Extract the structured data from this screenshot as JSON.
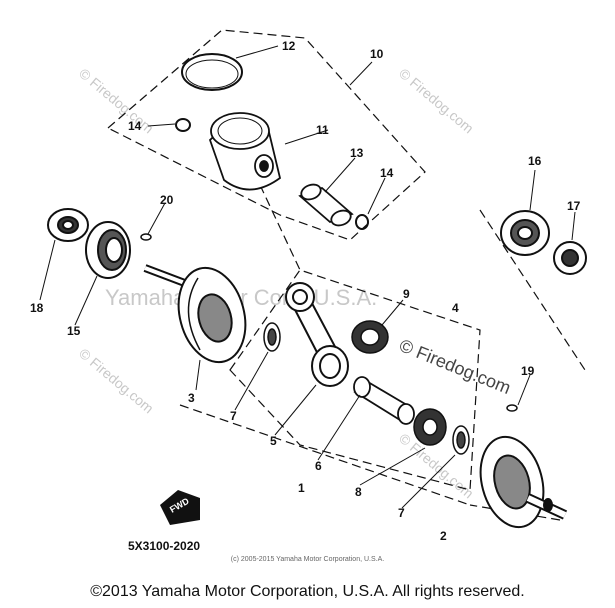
{
  "diagram": {
    "part_code": "5X3100-2020",
    "fwd_label": "FWD",
    "part_numbers": [
      "1",
      "2",
      "3",
      "4",
      "5",
      "6",
      "7",
      "7",
      "8",
      "9",
      "10",
      "11",
      "12",
      "13",
      "14",
      "14",
      "15",
      "16",
      "17",
      "18",
      "19",
      "20"
    ],
    "watermark_main": "Yamaha Motor Corp, U.S.A.",
    "watermark_firedog": "© Firedog.com",
    "watermark_small": "© Firedog.com"
  },
  "small_copyright": "(c) 2005-2015 Yamaha Motor Corporation, U.S.A.",
  "footer": "©2013 Yamaha Motor Corporation, U.S.A. All rights reserved."
}
